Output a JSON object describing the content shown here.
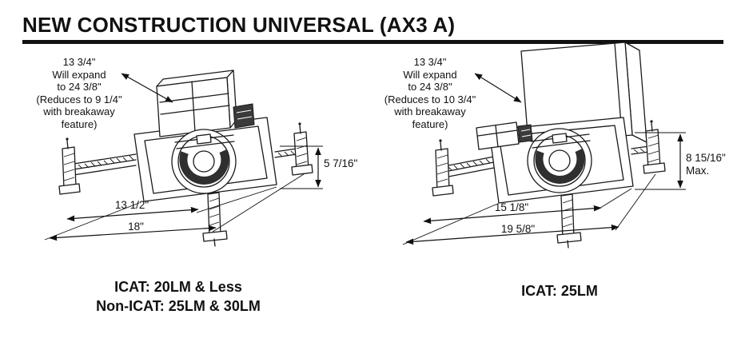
{
  "title": "NEW CONSTRUCTION UNIVERSAL (AX3 A)",
  "left": {
    "note": [
      "13 3/4\"",
      "Will expand",
      "to 24 3/8\"",
      "(Reduces to 9 1/4\"",
      "with breakaway",
      "feature)"
    ],
    "height": "5 7/16\"",
    "width_inner": "13 1/2\"",
    "width_outer": "18\"",
    "caption": [
      "ICAT: 20LM & Less",
      "Non-ICAT: 25LM & 30LM"
    ]
  },
  "right": {
    "note": [
      "13 3/4\"",
      "Will expand",
      "to 24 3/8\"",
      "(Reduces to 10 3/4\"",
      "with breakaway",
      "feature)"
    ],
    "height": "8 15/16\"",
    "height_suffix": "Max.",
    "width_inner": "15 1/8\"",
    "width_outer": "19 5/8\"",
    "caption": [
      "ICAT: 25LM"
    ]
  }
}
